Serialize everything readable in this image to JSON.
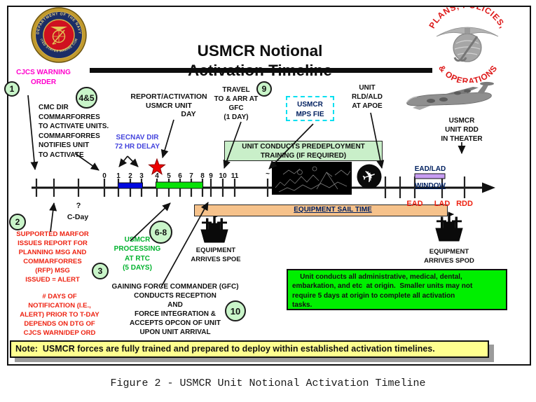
{
  "figure": {
    "caption": "Figure 2 - USMCR Unit Notional Activation Timeline"
  },
  "title": {
    "line1": "USMCR Notional",
    "line2": "Activation Timeline"
  },
  "seal": {
    "arc_top": "DEPARTMENT OF THE NAVY",
    "arc_bottom": "UNITED STATES MARINE CORPS"
  },
  "ppo": {
    "arc_top": "PLANS, POLICIES,",
    "arc_bottom": "& OPERATIONS"
  },
  "circles": {
    "c1": "1",
    "c2": "2",
    "c3": "3",
    "c45": "4&5",
    "c68": "6-8",
    "c9": "9",
    "c10": "10"
  },
  "timeline": {
    "ticks": [
      "0",
      "1",
      "2",
      "3",
      "4",
      "5",
      "6",
      "7",
      "8",
      "9",
      "10",
      "11"
    ],
    "tilde": "~",
    "ead": "EAD",
    "lad": "LAD",
    "rdd": "RDD"
  },
  "labels": {
    "cjcs": "CJCS WARNING\nORDER",
    "cmc": "CMC DIR\nCOMMARFORRES\nTO ACTIVATE UNITS.\nCOMMARFORRES\nNOTIFIES UNIT\nTO ACTIVATE",
    "secnav": "SECNAV DIR\n72 HR DELAY",
    "report_top": "REPORT/ACTIVATION\nUSMCR UNIT",
    "report_day": "DAY",
    "travel": "TRAVEL\nTO & ARR AT\nGFC\n(1 DAY)",
    "mps_fie": "USMCR\nMPS FIE",
    "predeploy": "UNIT CONDUCTS PREDEPLOYMENT\nTRAINING (IF REQUIRED)",
    "unit_rld": "UNIT\nRLD/ALD\nAT APOE",
    "usmcr_rdd": "USMCR\nUNIT RDD\nIN THEATER",
    "ead_window_1": "EAD/LAD",
    "ead_window_2": "WINDOW",
    "qmark": "?",
    "cday": "C-Day",
    "supported": "SUPPORTED MARFOR\nISSUES REPORT FOR\nPLANNING MSG AND\nCOMMARFORRES\n(RFP) MSG\nISSUED = ALERT",
    "processing": "USMCR\nPROCESSING\nAT RTC\n(5 DAYS)",
    "days_notice": "# DAYS OF\nNOTIFICATION (I.E.,\nALERT) PRIOR TO T-DAY\nDEPENDS ON DTG OF\nCJCS WARN/DEP ORD",
    "gfc": "GAINING FORCE COMMANDER (GFC)\nCONDUCTS RECEPTION\nAND\nFORCE INTEGRATION &\nACCEPTS OPCON OF UNIT\nUPON UNIT ARRIVAL",
    "sail_time": "EQUIPMENT SAIL TIME",
    "spoe": "EQUIPMENT\nARRIVES SPOE",
    "spod": "EQUIPMENT\nARRIVES SPOD",
    "unit_conducts": "    Unit conducts all administrative, medical, dental,\nembarkation, and etc  at origin.  Smaller units may not\nrequire 5 days at origin to complete all activation\ntasks.",
    "note": "Note:  USMCR forces are fully trained and prepared to deploy within established activation timelines."
  },
  "colors": {
    "magenta_text": "#ff00cc",
    "red_text": "#ee2211",
    "blue_text": "#4444dd",
    "navy_text": "#002060",
    "green_text": "#00b22d",
    "circle_fill": "#c9f5c9",
    "predeploy_fill": "#c9efc9",
    "bright_green_box": "#00ef00",
    "sail_bar_tan": "#f6c28b",
    "window_purple": "#c79df2",
    "bar_blue": "#0008e0",
    "bar_green": "#07e207",
    "note_yellow": "#ffff8f"
  }
}
